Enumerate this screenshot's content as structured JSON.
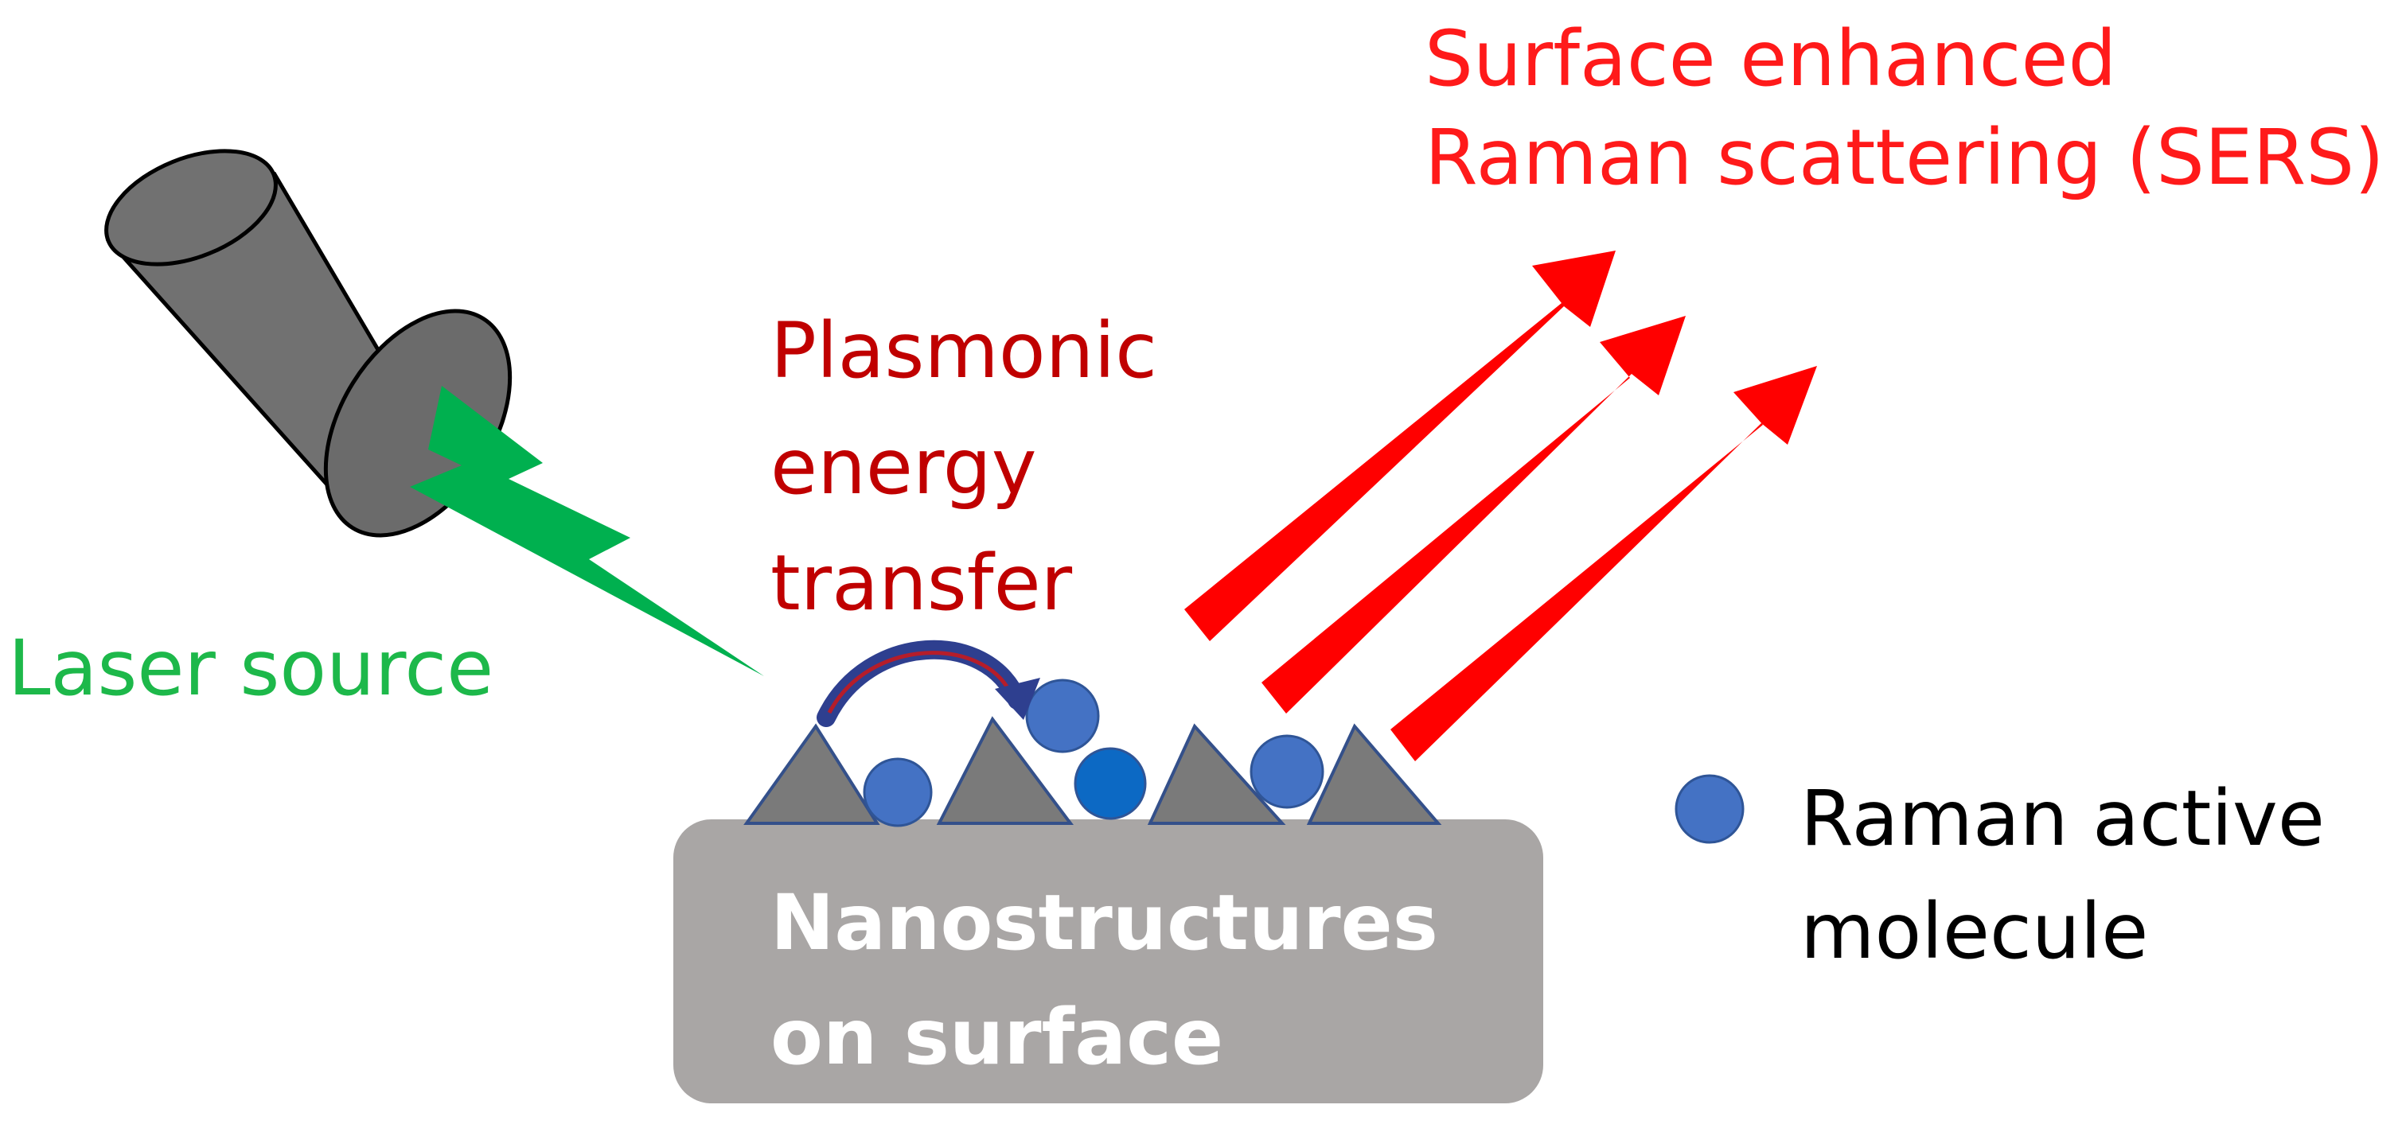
{
  "labels": {
    "sers_line1": "Surface enhanced",
    "sers_line2": "Raman scattering (SERS)",
    "plasmonic_line1": "Plasmonic",
    "plasmonic_line2": "energy",
    "plasmonic_line3": "transfer",
    "laser_source": "Laser source",
    "surface_line1": "Nanostructures",
    "surface_line2": "on surface"
  },
  "legend": {
    "marker_icon": "blue-circle-icon",
    "line1": "Raman active",
    "line2": "molecule"
  },
  "colors": {
    "sers_text": "#ff1a1a",
    "sers_arrow": "#ff0000",
    "plasmonic_text": "#c00000",
    "laser_text": "#1db84a",
    "laser_beam": "#00b04f",
    "cylinder_body": "#717171",
    "substrate": "#a9a6a5",
    "substrate_text": "#ffffff",
    "nanostructure": "#7a7a7a",
    "nanostructure_edge": "#34508a",
    "molecule": "#4472c4",
    "transfer_arrow": "#2e3f8f"
  }
}
